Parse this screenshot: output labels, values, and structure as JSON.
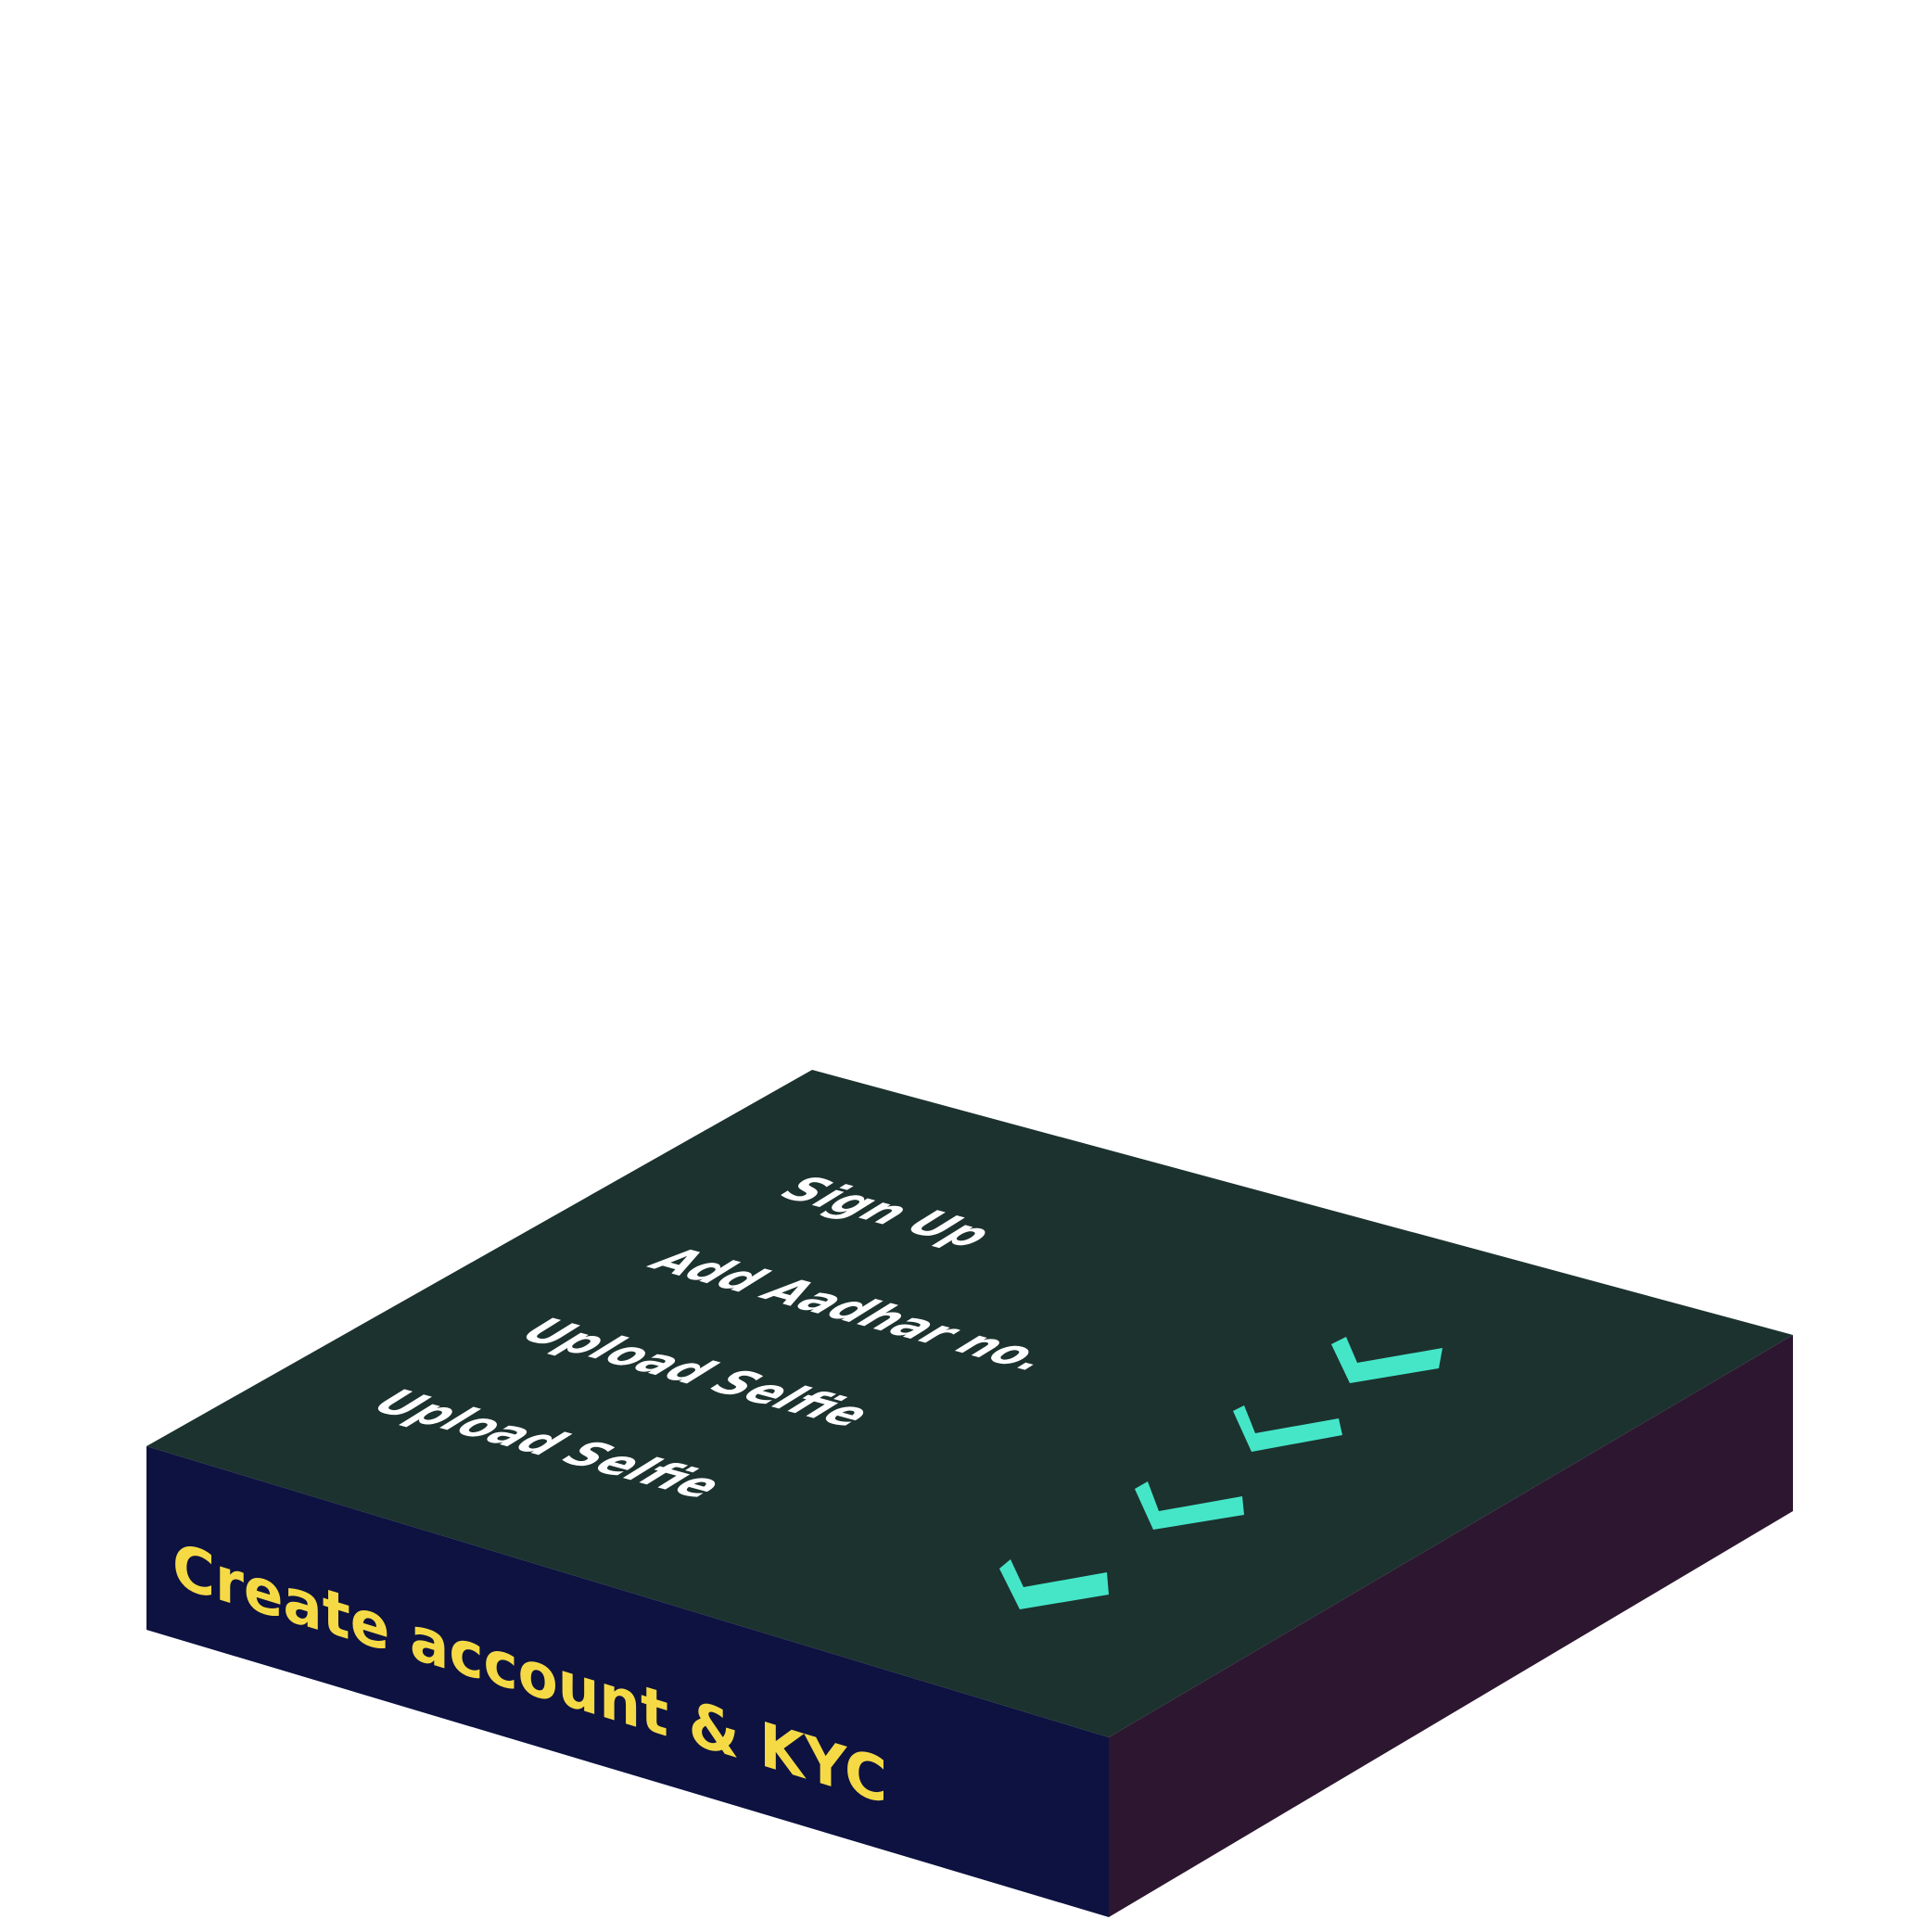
{
  "card": {
    "label": "Create account & KYC",
    "steps": [
      {
        "label": "Sign Up",
        "checked": true
      },
      {
        "label": "Add Aadhar no.",
        "checked": true
      },
      {
        "label": "Upload Selfie",
        "checked": true
      },
      {
        "label": "Upload Selfie",
        "checked": true
      }
    ]
  },
  "colors": {
    "background": "#ffffff",
    "top_face": "#1c322f",
    "front_face": "#0d1240",
    "side_face": "#2d1730",
    "step_text": "#ffffff",
    "label_text": "#f5da46",
    "check": "#45e6c8"
  },
  "icons": {
    "check": "checkmark-icon"
  }
}
